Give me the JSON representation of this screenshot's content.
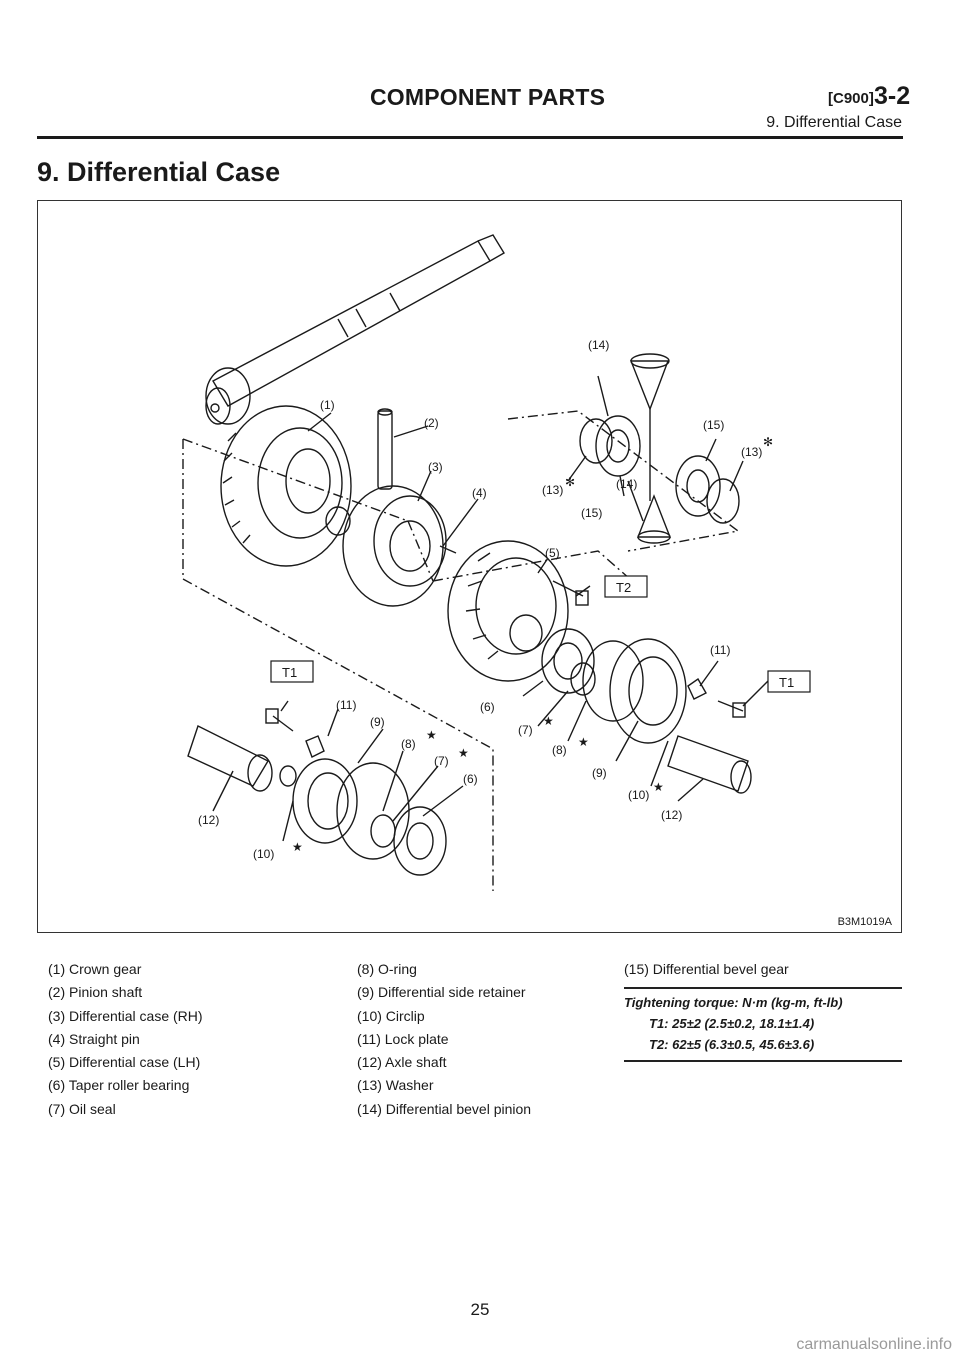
{
  "header": {
    "section": "COMPONENT PARTS",
    "code": "[C900]",
    "chapter": "3-2",
    "subsection": "9. Differential Case"
  },
  "title": "9. Differential Case",
  "figure": {
    "id": "B3M1019A",
    "callouts": [
      "(1)",
      "(2)",
      "(3)",
      "(4)",
      "(5)",
      "(6)",
      "(7)",
      "(8)",
      "(9)",
      "(10)",
      "(11)",
      "(12)",
      "(13)",
      "(14)",
      "(15)"
    ],
    "torque_tags": [
      "T1",
      "T2"
    ],
    "star_symbol": "★",
    "asterisk_symbol": "✻"
  },
  "legend": {
    "col1": [
      "(1) Crown gear",
      "(2) Pinion shaft",
      "(3) Differential case (RH)",
      "(4) Straight pin",
      "(5) Differential case (LH)",
      "(6) Taper roller bearing",
      "(7) Oil seal"
    ],
    "col2": [
      "(8) O-ring",
      "(9) Differential side retainer",
      "(10) Circlip",
      "(11) Lock plate",
      "(12) Axle shaft",
      "(13) Washer",
      "(14) Differential bevel pinion"
    ],
    "col3": [
      "(15) Differential bevel gear"
    ]
  },
  "torque": {
    "title": "Tightening torque: N·m (kg-m, ft-lb)",
    "t1": "T1: 25±2 (2.5±0.2, 18.1±1.4)",
    "t2": "T2: 62±5 (6.3±0.5, 45.6±3.6)"
  },
  "page_number": "25",
  "watermark": "carmanualsonline.info"
}
